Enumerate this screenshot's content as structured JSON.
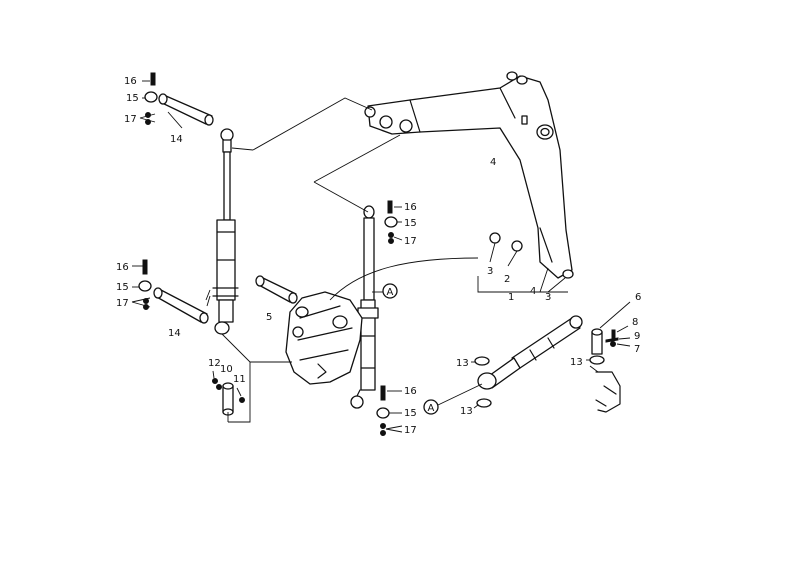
{
  "colors": {
    "line": "#111111",
    "background": "#ffffff"
  },
  "labels": {
    "p1": "1",
    "p2": "2",
    "p3a": "3",
    "p3b": "3",
    "p4a": "4",
    "p4b": "4",
    "p5": "5",
    "p6": "6",
    "p7": "7",
    "p8": "8",
    "p9": "9",
    "p10": "10",
    "p11": "11",
    "p12": "12",
    "p13a": "13",
    "p13b": "13",
    "p13c": "13",
    "p14a": "14",
    "p14b": "14",
    "p15a": "15",
    "p15b": "15",
    "p15c": "15",
    "p15d": "15",
    "p16a": "16",
    "p16b": "16",
    "p16c": "16",
    "p16d": "16",
    "p17a": "17",
    "p17b": "17",
    "p17c": "17",
    "p17d": "17",
    "refA1": "A",
    "refA2": "A"
  }
}
